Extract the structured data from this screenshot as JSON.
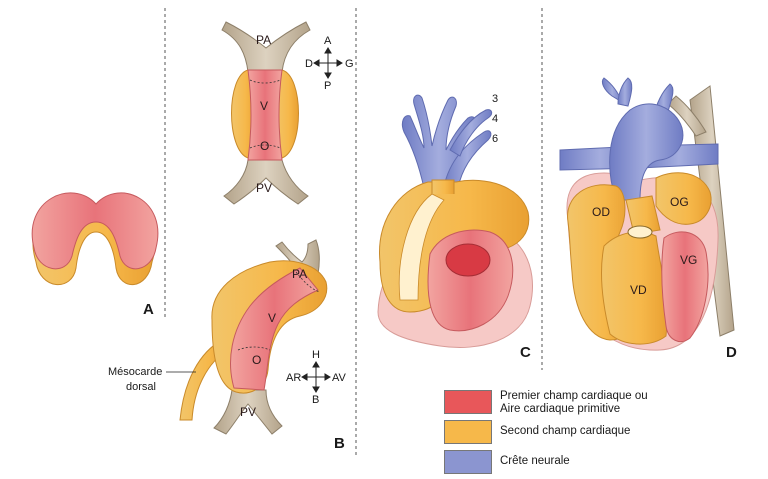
{
  "panels": {
    "a": "A",
    "b": "B",
    "c": "C",
    "d": "D"
  },
  "b_top": {
    "pa": "PA",
    "v": "V",
    "o": "O",
    "pv": "PV"
  },
  "b_bottom": {
    "pa": "PA",
    "v": "V",
    "o": "O",
    "pv": "PV"
  },
  "compass_top": {
    "a": "A",
    "p": "P",
    "d": "D",
    "g": "G"
  },
  "compass_bottom": {
    "h": "H",
    "b": "B",
    "ar": "AR",
    "av": "AV"
  },
  "mesocarde": {
    "line1": "Mésocarde",
    "line2": "dorsal"
  },
  "arch_numbers": [
    "3",
    "4",
    "6"
  ],
  "chambers": {
    "od": "OD",
    "og": "OG",
    "vd": "VD",
    "vg": "VG"
  },
  "legend": [
    {
      "line1": "Premier champ cardiaque ou",
      "line2": "Aire cardiaque primitive",
      "color": "#e8575a"
    },
    {
      "line1": "Second champ cardiaque",
      "line2": "",
      "color": "#f6b84a"
    },
    {
      "line1": "Crête neurale",
      "line2": "",
      "color": "#8b95d0"
    }
  ],
  "colors": {
    "first_field": "#e8575a",
    "first_field_light": "#f3a3a2",
    "second_field": "#f6b84a",
    "neural_crest": "#8b95d0",
    "vessel_tan": "#c9bba6",
    "pale_pink": "#f6c9c6"
  }
}
